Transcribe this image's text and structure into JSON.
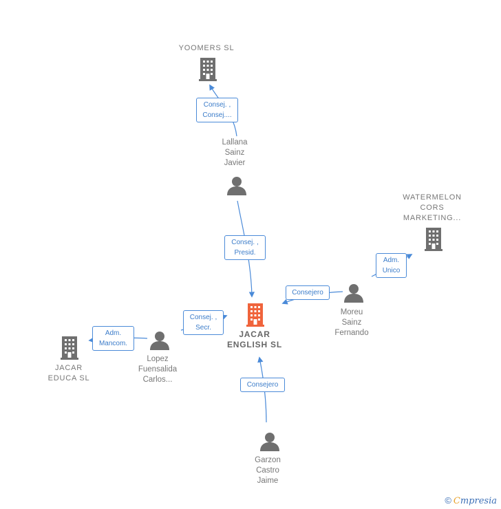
{
  "colors": {
    "edge": "#4a8ad8",
    "node_gray": "#6f6f6f",
    "central": "#f0643c"
  },
  "nodes": {
    "yoomers": {
      "type": "company",
      "lines": [
        "YOOMERS  SL"
      ]
    },
    "lallana": {
      "type": "person",
      "lines": [
        "Lallana",
        "Sainz",
        "Javier"
      ]
    },
    "watermelon": {
      "type": "company",
      "lines": [
        "WATERMELON",
        "CORS",
        "MARKETING..."
      ]
    },
    "jacar_english": {
      "type": "company-central",
      "lines": [
        "JACAR",
        "ENGLISH  SL"
      ]
    },
    "moreu": {
      "type": "person",
      "lines": [
        "Moreu",
        "Sainz",
        "Fernando"
      ]
    },
    "lopez": {
      "type": "person",
      "lines": [
        "Lopez",
        "Fuensalida",
        "Carlos..."
      ]
    },
    "jacar_educa": {
      "type": "company",
      "lines": [
        "JACAR",
        "EDUCA  SL"
      ]
    },
    "garzon": {
      "type": "person",
      "lines": [
        "Garzon",
        "Castro",
        "Jaime"
      ]
    }
  },
  "edges": {
    "lallana_yoomers": [
      "Consej. ,",
      "Consej...."
    ],
    "lallana_jacar": [
      "Consej. ,",
      "Presid."
    ],
    "moreu_watermelon": [
      "Adm.",
      "Unico"
    ],
    "moreu_jacar": [
      "Consejero"
    ],
    "lopez_jacar": [
      "Consej. ,",
      "Secr."
    ],
    "lopez_educa": [
      "Adm.",
      "Mancom."
    ],
    "garzon_jacar": [
      "Consejero"
    ]
  },
  "footer": {
    "copyright": "©",
    "brand_initial": "C",
    "brand_rest": "mpresia"
  }
}
